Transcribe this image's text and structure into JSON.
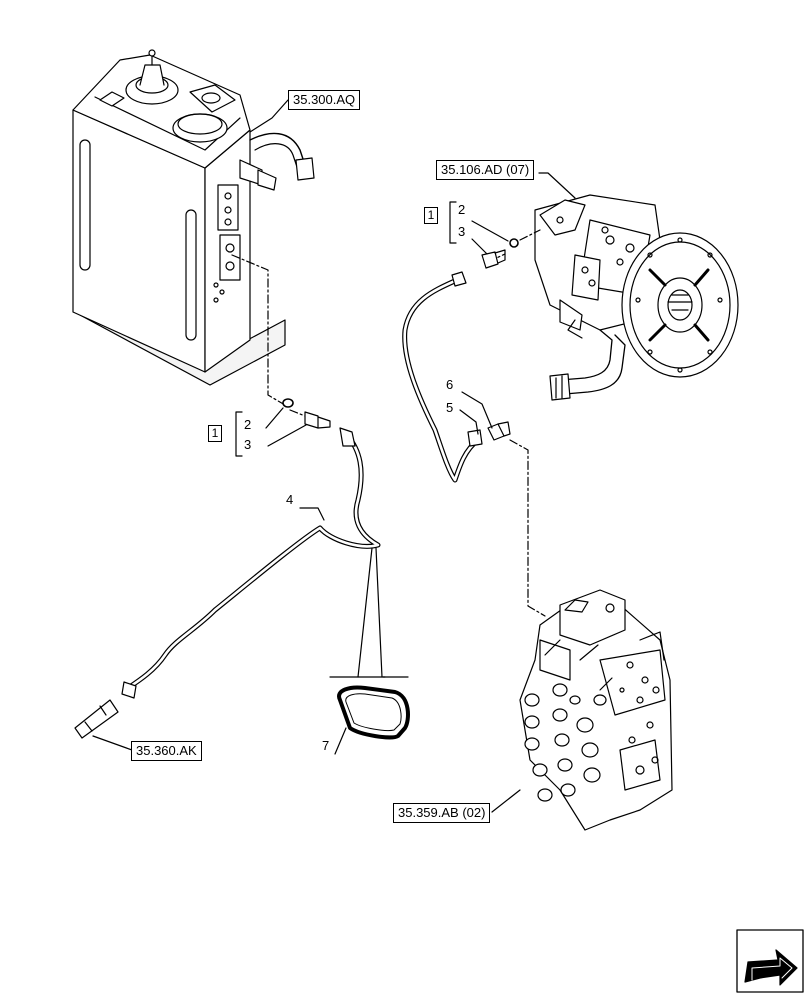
{
  "references": {
    "tank": "35.300.AQ",
    "pump": "35.106.AD (07)",
    "suction": "35.360.AK",
    "valve": "35.359.AB (02)"
  },
  "callouts": {
    "kit_left": "1",
    "kit_right": "1",
    "left_2": "2",
    "left_3": "3",
    "right_2": "2",
    "right_3": "3",
    "hose_4": "4",
    "hose_5": "5",
    "fitting_6": "6",
    "seal_7": "7"
  },
  "icons": {
    "navigation": "next-page-arrow-icon"
  }
}
